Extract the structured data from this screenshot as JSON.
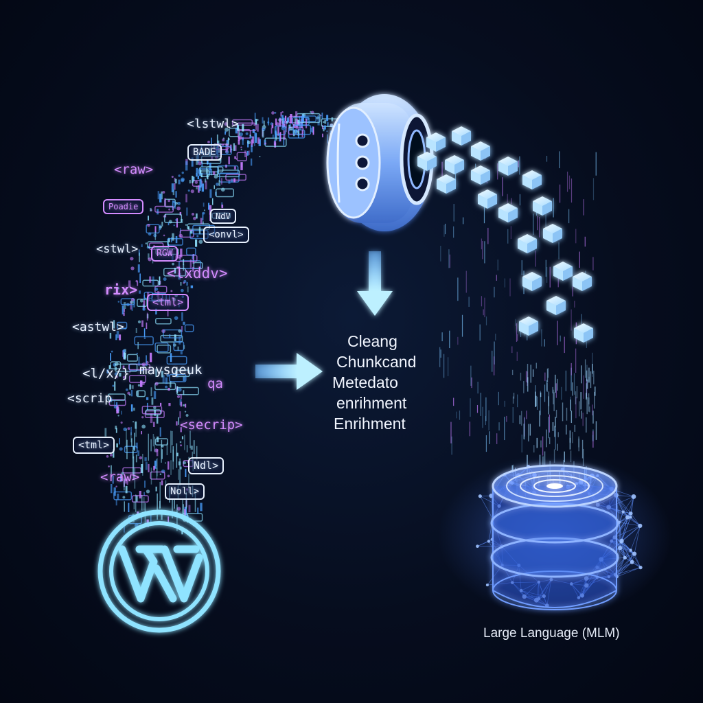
{
  "colors": {
    "background": "#050b1a",
    "cyan": "#8fe3ff",
    "purple": "#c77dff",
    "blue": "#4a7dff",
    "text": "#f2f6ff"
  },
  "source": {
    "icon": "wordpress-logo-icon"
  },
  "code_tags": [
    "<lstwl>",
    "BADE",
    "<raw>",
    "Poadie",
    "<stwl>",
    "RGW",
    "rix>",
    "<astwl>",
    "<lxddv>",
    "<tml>",
    "<l/x/}",
    "maysgeuk",
    "qa",
    "<scrip",
    "<secrip>",
    "<tml>",
    "Ndl>",
    "<raw>",
    "Noll>",
    "<onvl>",
    "NdV"
  ],
  "processor": {
    "icon": "processing-ring-icon"
  },
  "process_steps": [
    "Cleang",
    "Chunkcand",
    "Metedato",
    "enrihment",
    "Enrihment"
  ],
  "model": {
    "icon": "database-cylinder-icon",
    "label": "Large Language (MLM)"
  }
}
